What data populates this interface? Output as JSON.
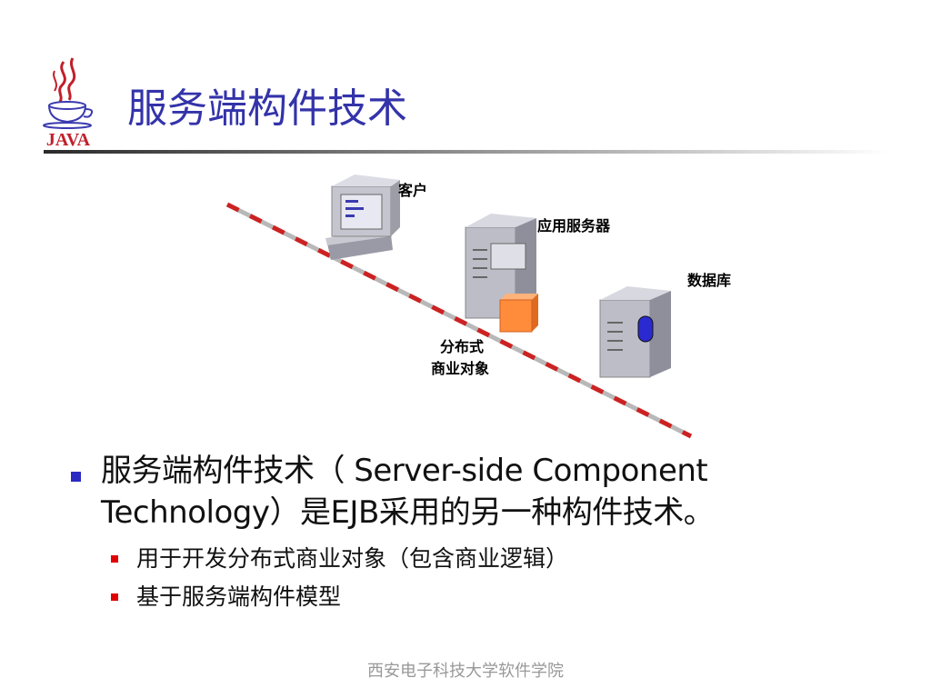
{
  "logo": {
    "text": "JAVA"
  },
  "slide": {
    "title": "服务端构件技术"
  },
  "diagram": {
    "label_client": "客户",
    "label_app_server": "应用服务器",
    "label_database": "数据库",
    "label_objects_line1": "分布式",
    "label_objects_line2": "商业对象"
  },
  "bullets": {
    "main_text": "服务端构件技术（ Server-side Component Technology）是EJB采用的另一种构件技术。",
    "sub1": "用于开发分布式商业对象（包含商业逻辑）",
    "sub2": "基于服务端构件模型"
  },
  "footer": {
    "text": "西安电子科技大学软件学院"
  },
  "colors": {
    "title": "#3333aa",
    "bullet_l1": "#2a2ac2",
    "bullet_l2": "#e00000",
    "network_line": "#cc2222",
    "object_cube": "#ff8c3a",
    "footer": "#999999"
  }
}
